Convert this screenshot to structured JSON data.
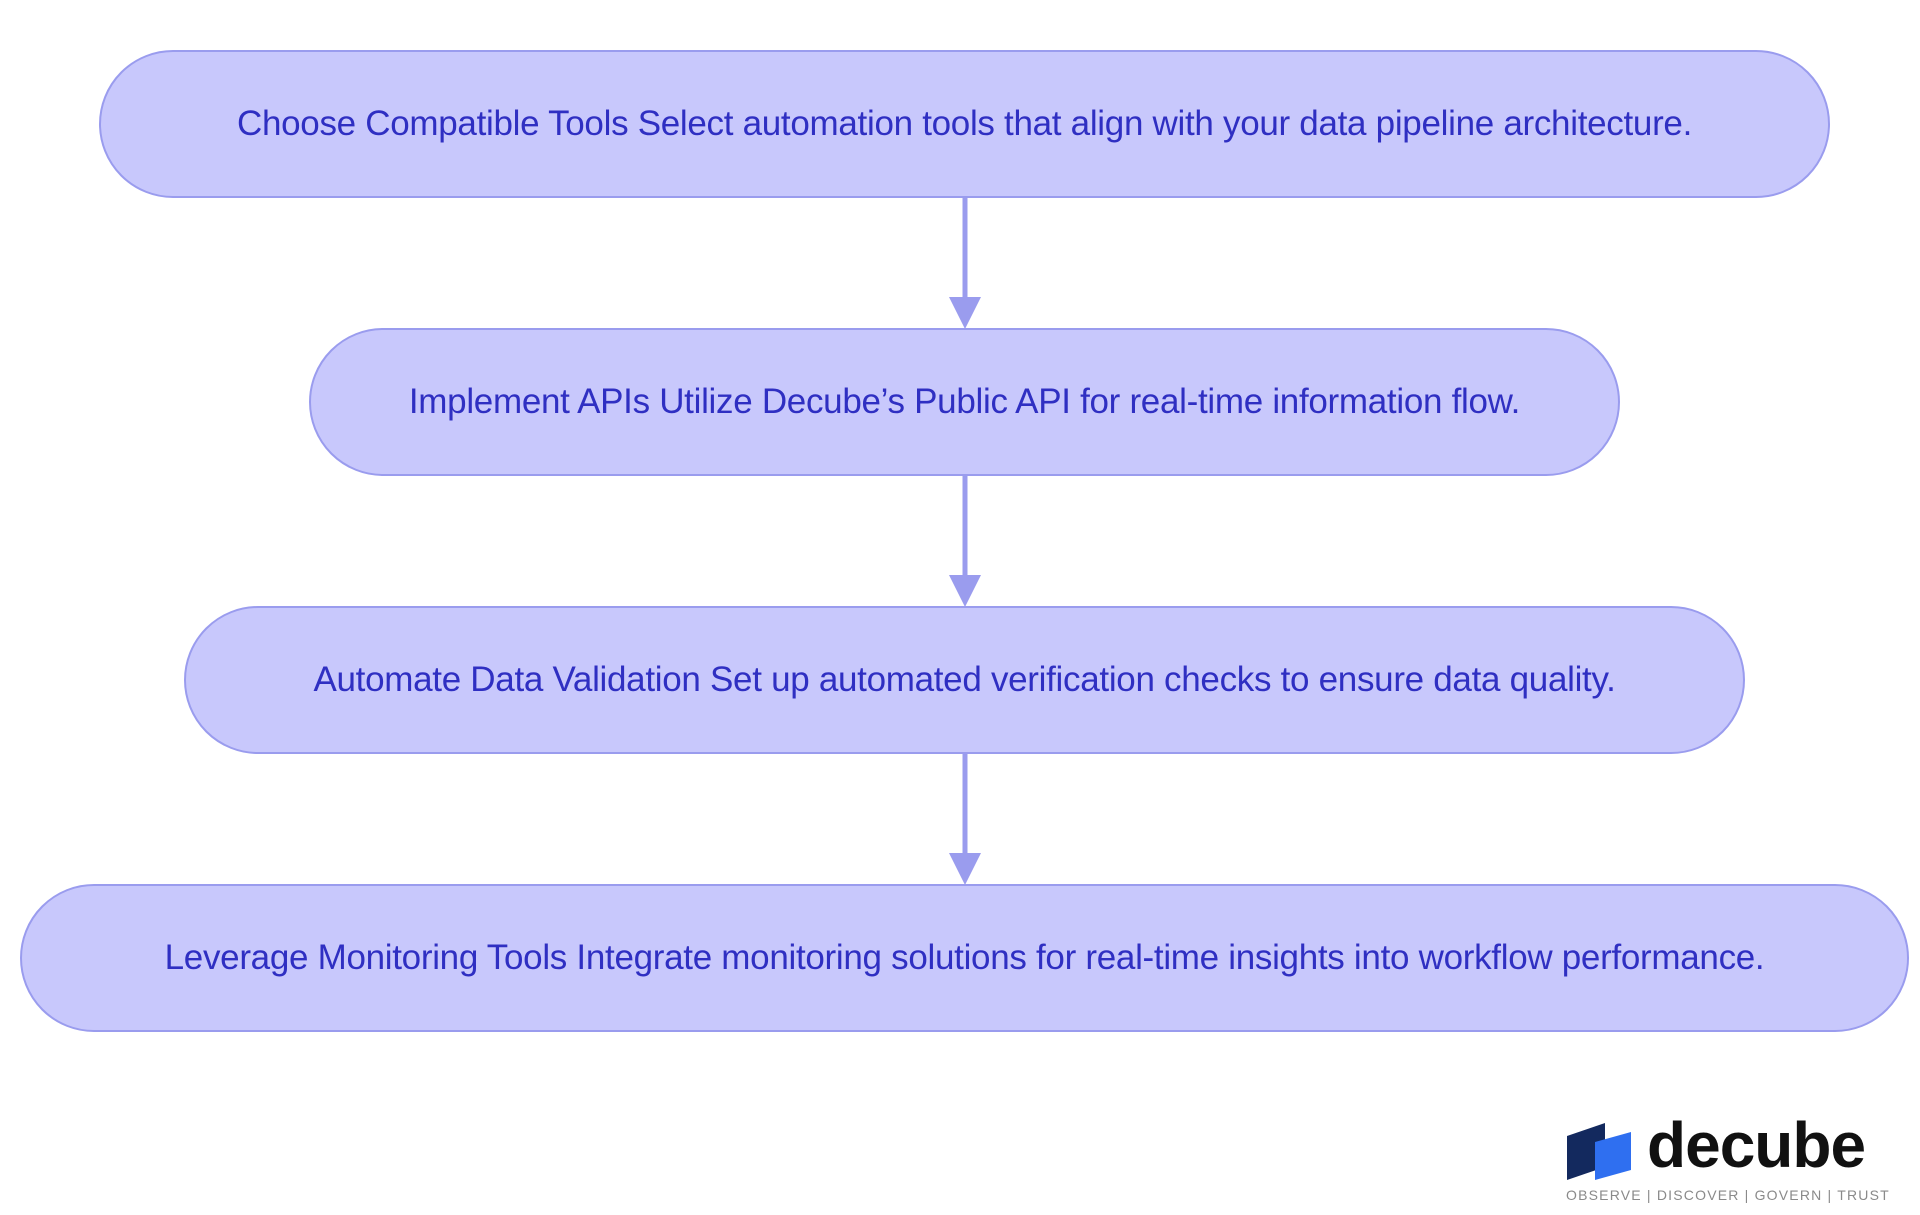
{
  "diagram": {
    "type": "vertical-flowchart",
    "node_fill": "#c8c8fc",
    "node_border": "#9a9cee",
    "text_color": "#2f2fc2",
    "connector_color": "#9a9cee",
    "steps": [
      {
        "label": "Choose Compatible Tools Select automation tools that align with your data pipeline architecture."
      },
      {
        "label": "Implement APIs Utilize Decube’s Public API for real-time information flow."
      },
      {
        "label": "Automate Data Validation Set up automated verification checks to ensure data quality."
      },
      {
        "label": "Leverage Monitoring Tools Integrate monitoring solutions for real-time insights into workflow performance."
      }
    ],
    "edges": [
      {
        "from": 0,
        "to": 1
      },
      {
        "from": 1,
        "to": 2
      },
      {
        "from": 2,
        "to": 3
      }
    ]
  },
  "logo": {
    "wordmark": "decube",
    "tagline": "OBSERVE | DISCOVER | GOVERN | TRUST",
    "mark_dark": "#13295e",
    "mark_light": "#2f6ff0"
  }
}
